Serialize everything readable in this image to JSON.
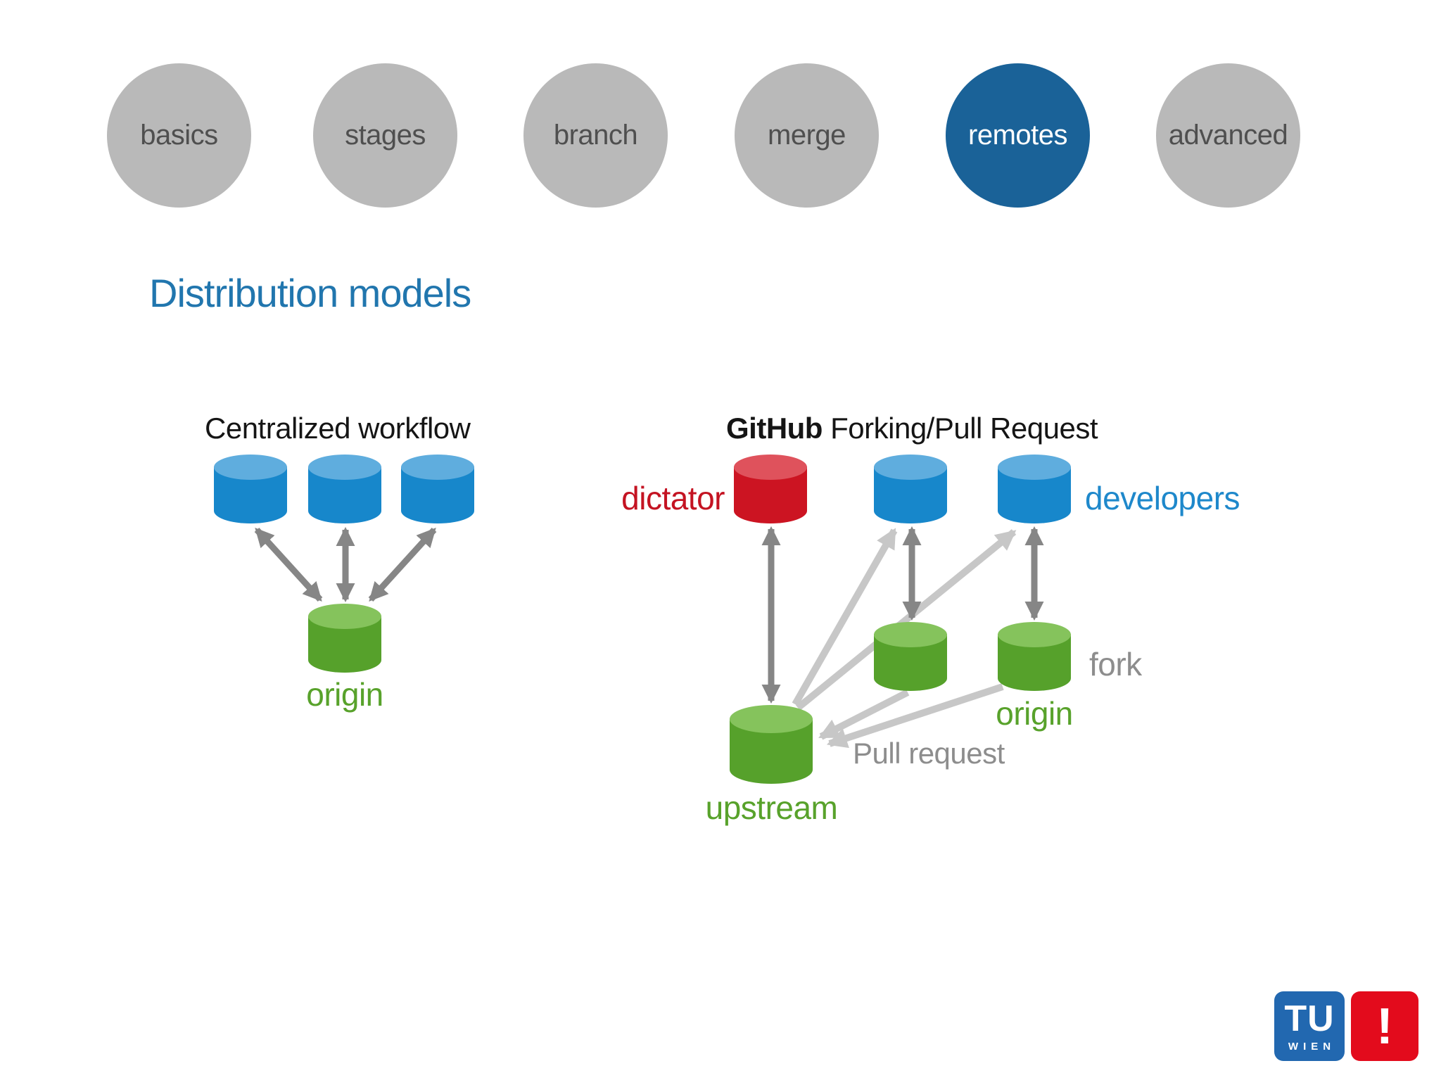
{
  "nav": {
    "items": [
      {
        "label": "basics",
        "active": false
      },
      {
        "label": "stages",
        "active": false
      },
      {
        "label": "branch",
        "active": false
      },
      {
        "label": "merge",
        "active": false
      },
      {
        "label": "remotes",
        "active": true
      },
      {
        "label": "advanced",
        "active": false
      }
    ]
  },
  "title": "Distribution models",
  "diagrams": {
    "centralized": {
      "heading": "Centralized workflow",
      "origin_label": "origin"
    },
    "github": {
      "heading_bold": "GitHub",
      "heading_rest": " Forking/Pull Request",
      "labels": {
        "dictator": "dictator",
        "developers": "developers",
        "fork": "fork",
        "origin": "origin",
        "upstream": "upstream",
        "pull_request": "Pull request"
      }
    }
  },
  "logos": {
    "tu_wien": {
      "line1": "TU",
      "line2": "WIEN"
    },
    "alert": "!"
  },
  "colors": {
    "nav_inactive": "#b9b9b9",
    "nav_active": "#1a6298",
    "title_blue": "#2176ae",
    "cylinder_blue_body": "#1787cb",
    "cylinder_blue_top": "#5fadde",
    "cylinder_green_body": "#56a12b",
    "cylinder_green_top": "#85c35c",
    "cylinder_red_body": "#cc1422",
    "cylinder_red_top": "#df525c",
    "label_green": "#58a22b",
    "label_red": "#c41322",
    "label_blue": "#1e88cb",
    "label_gray": "#8d8d8d",
    "arrow_dark": "#868686",
    "arrow_light": "#c7c7c7",
    "tu_logo_blue": "#2268b0",
    "alert_red": "#e30b1c"
  }
}
